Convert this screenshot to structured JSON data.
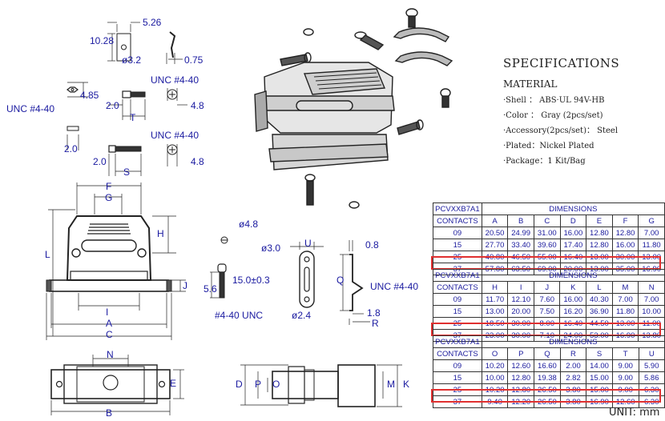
{
  "spec": {
    "title": "SPECIFICATIONS",
    "material": "MATERIAL",
    "items": [
      "·Shell ： ABS·UL 94V-HB",
      "·Color ： Gray (2pcs/set)",
      "·Accessory(2pcs/set)： Steel",
      "·Plated：Nickel Plated",
      "·Package：1  Kit/Bag"
    ]
  },
  "tables": [
    {
      "model": "PCVXXB7A1",
      "dimensions": "DIMENSIONS",
      "contacts": "CONTACTS",
      "headers": [
        "A",
        "B",
        "C",
        "D",
        "E",
        "F",
        "G"
      ],
      "rows": [
        [
          "09",
          "20.50",
          "24.99",
          "31.00",
          "16.00",
          "12.80",
          "12.80",
          "7.00"
        ],
        [
          "15",
          "27.70",
          "33.40",
          "39.60",
          "17.40",
          "12.80",
          "16.00",
          "11.80"
        ],
        [
          "25",
          "40.80",
          "46.50",
          "55.00",
          "16.40",
          "13.00",
          "30.00",
          "13.00"
        ],
        [
          "37",
          "57.80",
          "63.50",
          "69.00",
          "20.00",
          "13.00",
          "35.00",
          "16.90"
        ]
      ]
    },
    {
      "model": "PCVXXB7A1",
      "dimensions": "DIMENSIONS",
      "contacts": "CONTACTS",
      "headers": [
        "H",
        "I",
        "J",
        "K",
        "L",
        "M",
        "N"
      ],
      "rows": [
        [
          "09",
          "11.70",
          "12.10",
          "7.60",
          "16.00",
          "40.30",
          "7.00",
          "7.00"
        ],
        [
          "15",
          "13.00",
          "20.00",
          "7.50",
          "16.20",
          "36.90",
          "11.80",
          "10.00"
        ],
        [
          "25",
          "18.50",
          "30.00",
          "8.00",
          "16.40",
          "44.50",
          "13.00",
          "11.00"
        ],
        [
          "37",
          "23.00",
          "30.00",
          "7.10",
          "24.00",
          "53.00",
          "16.90",
          "13.80"
        ]
      ]
    },
    {
      "model": "PCVXXB7A1",
      "dimensions": "DIMENSIONS",
      "contacts": "CONTACTS",
      "headers": [
        "O",
        "P",
        "Q",
        "R",
        "S",
        "T",
        "U"
      ],
      "rows": [
        [
          "09",
          "10.20",
          "12.60",
          "16.60",
          "2.00",
          "14.00",
          "9.00",
          "5.90"
        ],
        [
          "15",
          "10.00",
          "12.80",
          "19.38",
          "2.82",
          "15.00",
          "9.00",
          "5.86"
        ],
        [
          "25",
          "10.20",
          "12.80",
          "26.50",
          "3.80",
          "15.00",
          "9.00",
          "6.30"
        ],
        [
          "37",
          "9.40",
          "12.20",
          "26.50",
          "3.80",
          "16.90",
          "12.60",
          "6.30"
        ]
      ]
    }
  ],
  "unit": "UNIT: mm",
  "labels": {
    "d526": "5.26",
    "d1028": "10.28",
    "d32": "ø3.2",
    "d075": "0.75",
    "unc1": "UNC #4-40",
    "unc2": "UNC #4-40",
    "unc3": "UNC #4-40",
    "d485": "4.85",
    "d20a": "2.0",
    "d48a": "4.8",
    "T": "T",
    "d20b": "2.0",
    "d20c": "2.0",
    "d48b": "4.8",
    "S": "S",
    "F": "F",
    "G": "G",
    "H": "H",
    "L": "L",
    "J": "J",
    "I": "I",
    "A": "A",
    "C": "C",
    "N": "N",
    "E": "E",
    "B": "B",
    "d48c": "ø4.8",
    "d150": "15.0±0.3",
    "d56": "5.6",
    "unc440": "#4-40  UNC",
    "d30": "ø3.0",
    "U": "U",
    "d08": "0.8",
    "Q": "Q",
    "unc4": "UNC #4-40",
    "d24": "ø2.4",
    "d18": "1.8",
    "R": "R",
    "D": "D",
    "P": "P",
    "O": "O",
    "M": "M",
    "K": "K"
  }
}
